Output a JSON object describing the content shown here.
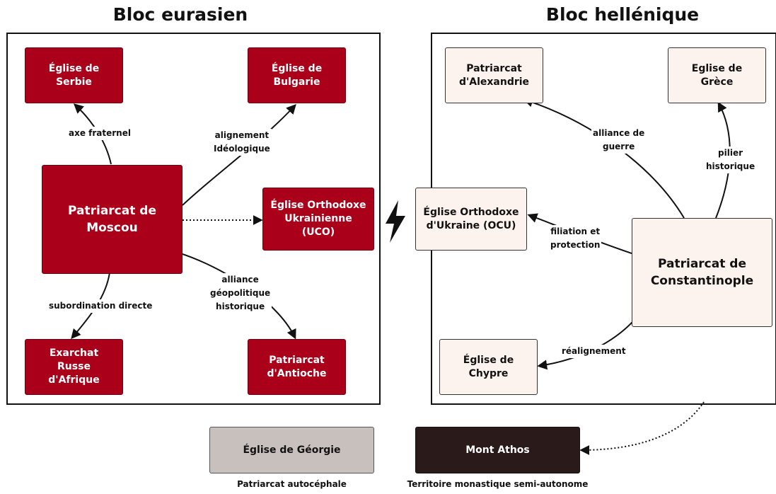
{
  "blocs": {
    "eurasien": "Bloc eurasien",
    "hellenique": "Bloc hellénique"
  },
  "nodes": {
    "moscou": "Patriarcat de\nMoscou",
    "serbie": "Église de\nSerbie",
    "bulgarie": "Église de\nBulgarie",
    "uco": "Église Orthodoxe\nUkrainienne\n(UCO)",
    "exarchat": "Exarchat\nRusse\nd'Afrique",
    "antioche": "Patriarcat\nd'Antioche",
    "alexandrie": "Patriarcat\nd'Alexandrie",
    "grece": "Eglise de\nGrèce",
    "ocu": "Église Orthodoxe\nd'Ukraine (OCU)",
    "constantinople": "Patriarcat de\nConstantinople",
    "chypre": "Église de\nChypre",
    "georgie": "Église de Géorgie",
    "athos": "Mont Athos"
  },
  "edges": {
    "axe_fraternel": "axe fraternel",
    "alignement": "alignement\nIdéologique",
    "alliance_geo": "alliance\ngéopolitique\nhistorique",
    "subordination": "subordination directe",
    "alliance_guerre": "alliance de\nguerre",
    "pilier": "pilier\nhistorique",
    "filiation": "filiation et\nprotection",
    "realignement": "réalignement"
  },
  "captions": {
    "georgie": "Patriarcat autocéphale",
    "athos": "Territoire monastique semi-autonome"
  },
  "icons": {
    "conflict": "lightning-bolt-icon"
  },
  "colors": {
    "red": "#aa0019",
    "cream": "#fdf3ee",
    "dark": "#2a1a1a",
    "grey": "#c8c0bd"
  }
}
